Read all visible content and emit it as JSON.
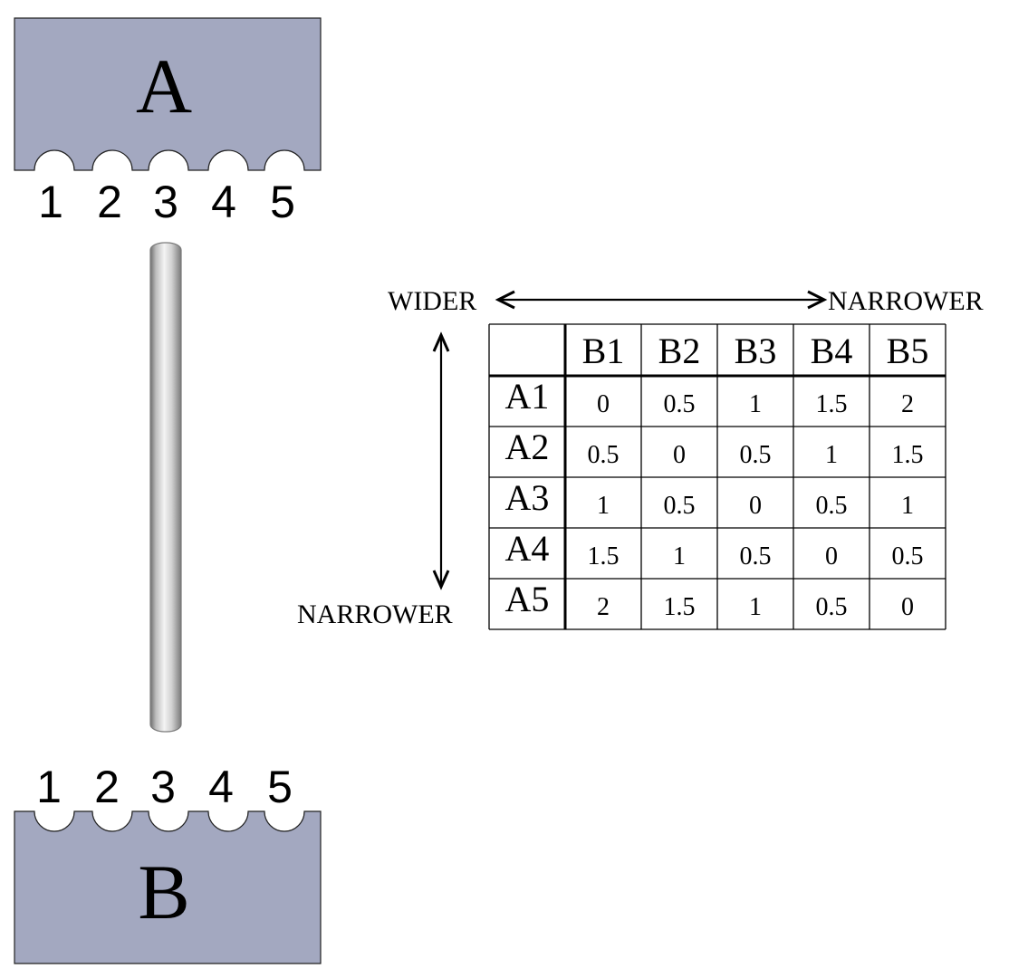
{
  "block_a": {
    "label": "A",
    "slots": [
      "1",
      "2",
      "3",
      "4",
      "5"
    ],
    "fill_color": "#a3a8c0"
  },
  "block_b": {
    "label": "B",
    "slots": [
      "1",
      "2",
      "3",
      "4",
      "5"
    ],
    "fill_color": "#a3a8c0"
  },
  "horizontal_axis": {
    "left_label": "WIDER",
    "right_label": "NARROWER"
  },
  "vertical_axis": {
    "bottom_label": "NARROWER"
  },
  "table": {
    "column_headers": [
      "B1",
      "B2",
      "B3",
      "B4",
      "B5"
    ],
    "row_headers": [
      "A1",
      "A2",
      "A3",
      "A4",
      "A5"
    ],
    "rows": [
      [
        "0",
        "0.5",
        "1",
        "1.5",
        "2"
      ],
      [
        "0.5",
        "0",
        "0.5",
        "1",
        "1.5"
      ],
      [
        "1",
        "0.5",
        "0",
        "0.5",
        "1"
      ],
      [
        "1.5",
        "1",
        "0.5",
        "0",
        "0.5"
      ],
      [
        "2",
        "1.5",
        "1",
        "0.5",
        "0"
      ]
    ]
  }
}
